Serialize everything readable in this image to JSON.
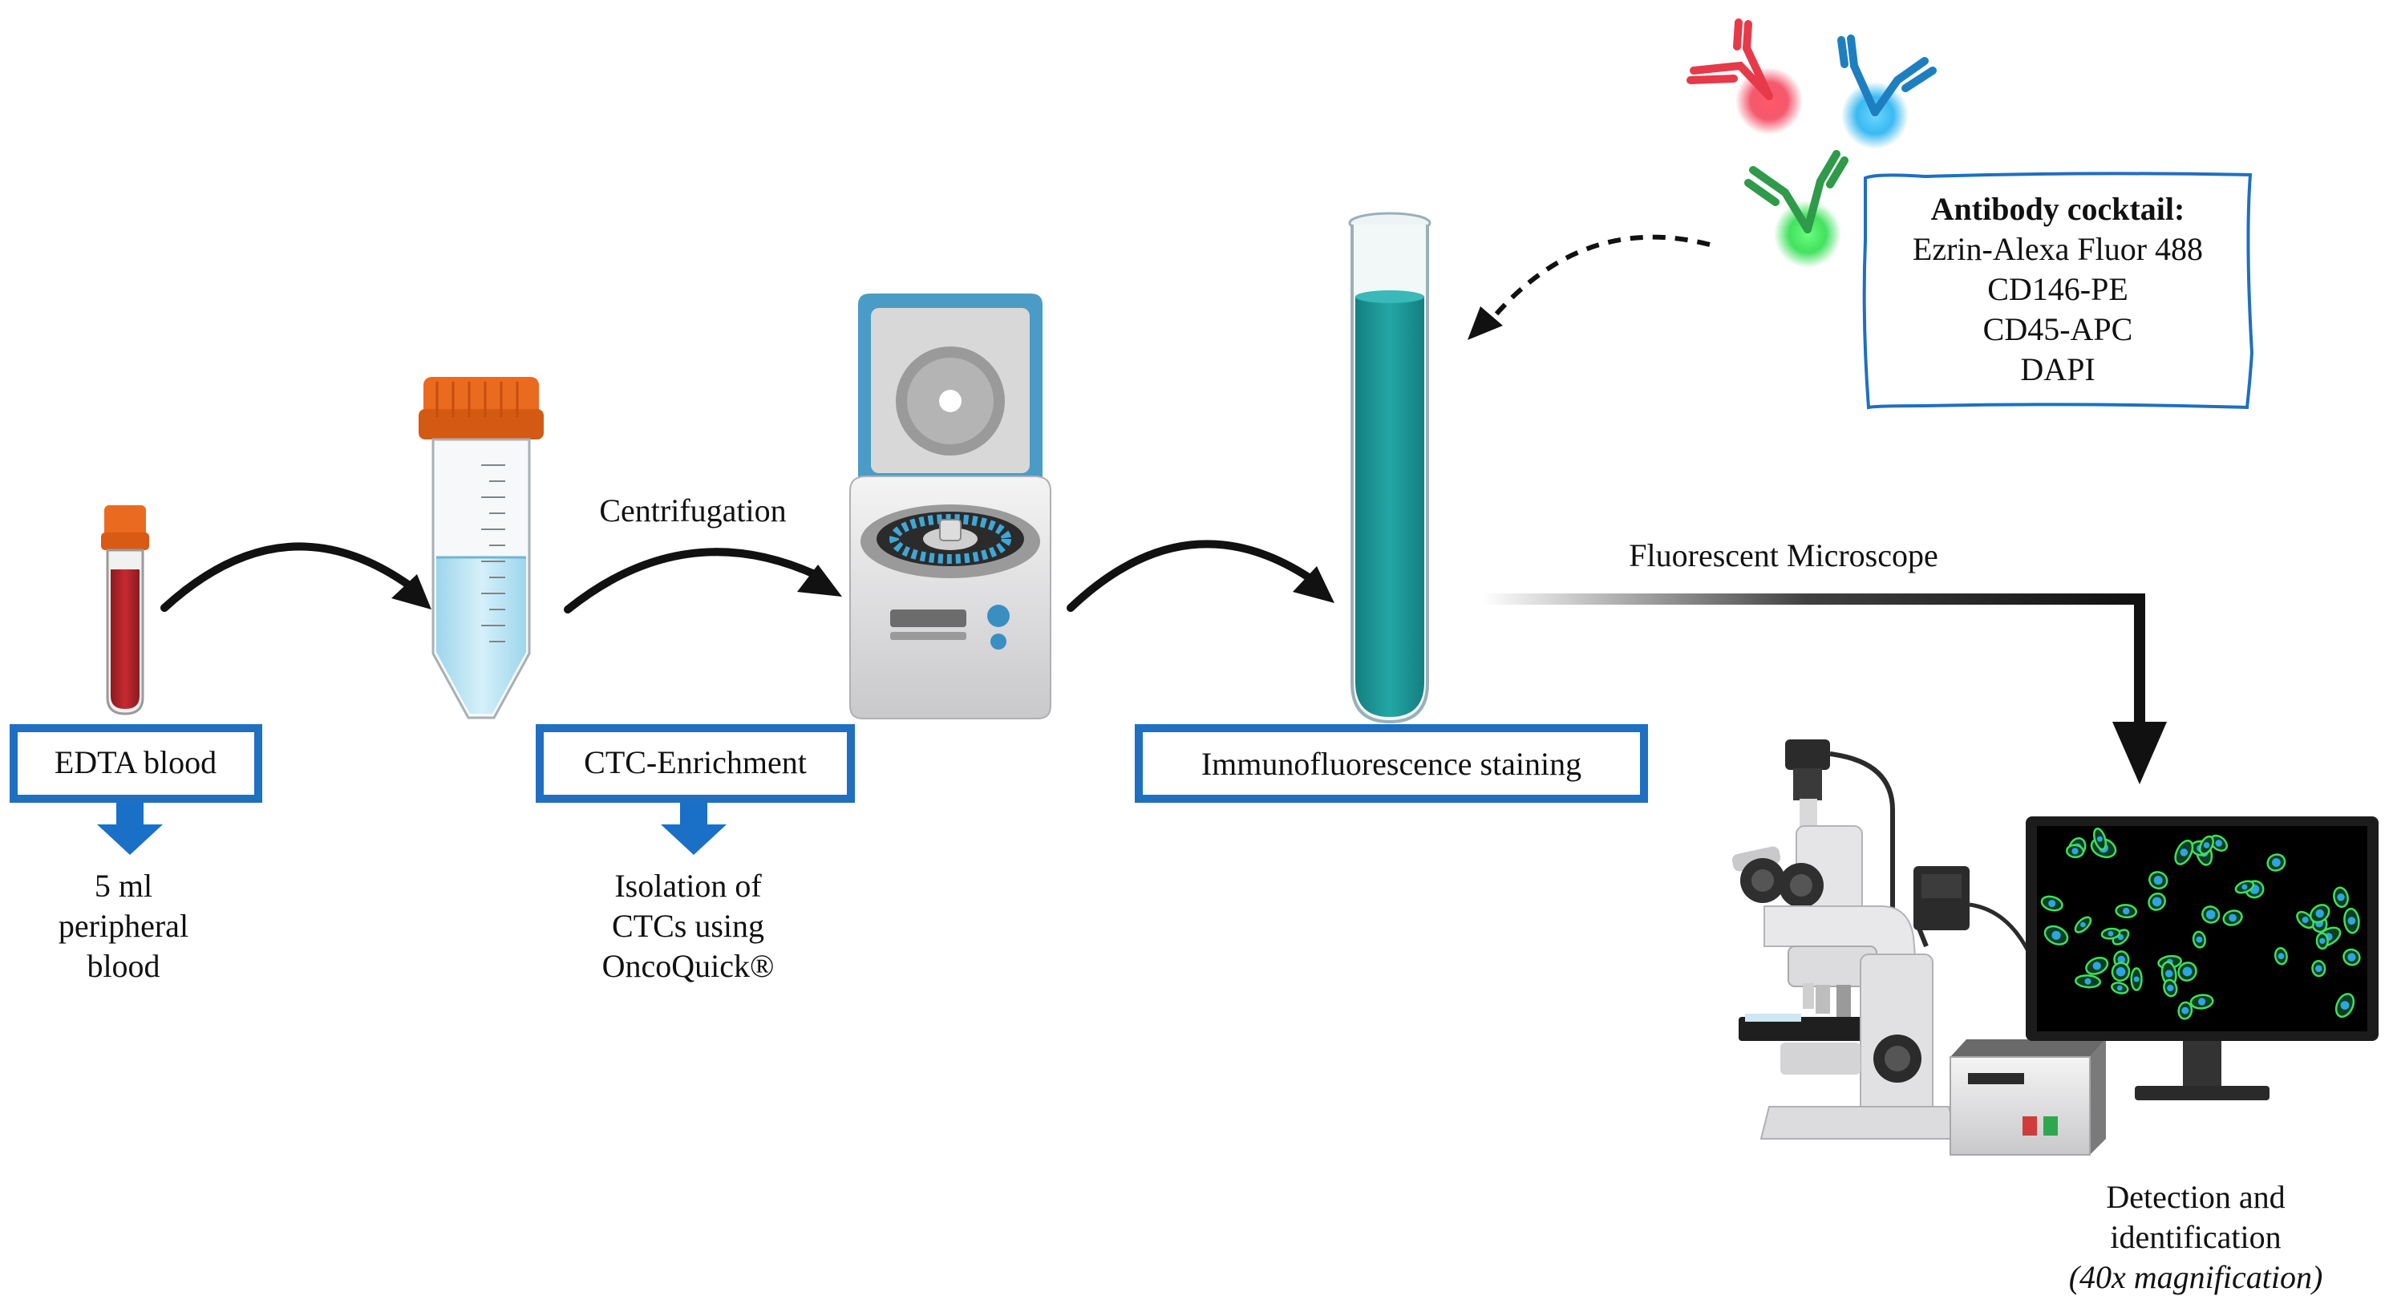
{
  "colors": {
    "box_border": "#1f6fc3",
    "down_arrow": "#1a6fc7",
    "blood": "#b7232a",
    "cap_orange": "#ea6a1f",
    "tube_liquid": "#1e9a9b",
    "centrifuge_lid": "#4a9cc7",
    "curve_arrow": "#111111",
    "ab_red": "#e63a4a",
    "ab_blue": "#1e7fc0",
    "ab_green": "#2e9a4a"
  },
  "steps": {
    "edta": {
      "label": "EDTA blood",
      "note": [
        "5 ml",
        "peripheral",
        "blood"
      ]
    },
    "ctc": {
      "label": "CTC-Enrichment",
      "note": [
        "Isolation of",
        "CTCs using",
        "OncoQuick®"
      ]
    },
    "if": {
      "label": "Immunofluorescence staining"
    }
  },
  "arrows": {
    "centrifugation": "Centrifugation",
    "microscope": "Fluorescent Microscope"
  },
  "antibody_box": {
    "title": "Antibody cocktail:",
    "items": [
      "Ezrin-Alexa Fluor 488",
      "CD146-PE",
      "CD45-APC",
      "DAPI"
    ]
  },
  "detection": {
    "lines": [
      "Detection and",
      "identification"
    ],
    "magnification": "(40x magnification)"
  },
  "icons": [
    "blood-tube-icon",
    "falcon-tube-icon",
    "centrifuge-icon",
    "test-tube-icon",
    "antibody-icon",
    "microscope-icon",
    "monitor-icon",
    "power-supply-icon"
  ]
}
